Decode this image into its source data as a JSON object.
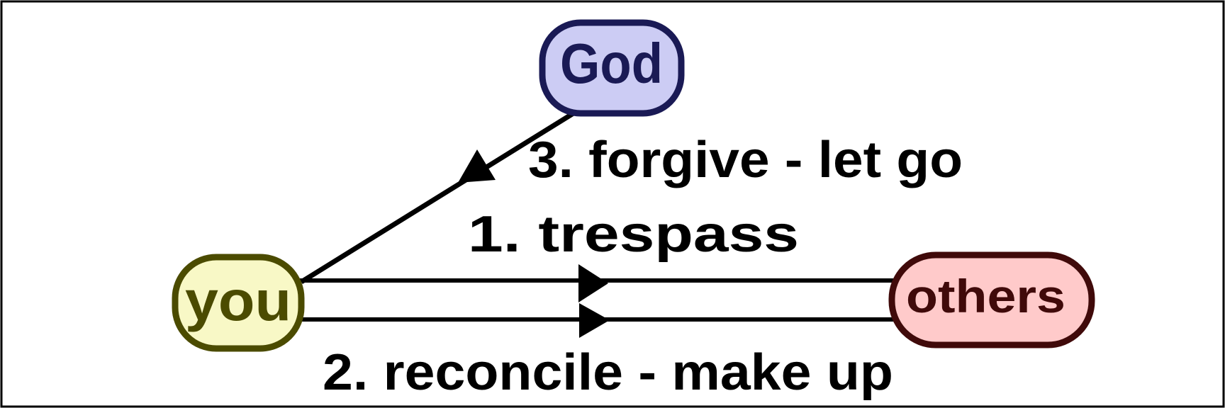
{
  "diagram": {
    "background_color": "#ffffff",
    "frame_color": "#000000",
    "edge_color": "#000000",
    "label_color": "#000000",
    "nodes": [
      {
        "id": "god",
        "label": "God",
        "fill": "#ccccf4",
        "stroke": "#1a1a55",
        "text_color": "#1a1a55"
      },
      {
        "id": "you",
        "label": "you",
        "fill": "#f8f8c6",
        "stroke": "#4b4b00",
        "text_color": "#4b4b00"
      },
      {
        "id": "others",
        "label": "others",
        "fill": "#ffcaca",
        "stroke": "#400a0a",
        "text_color": "#400a0a"
      }
    ],
    "edges": [
      {
        "id": "trespass",
        "label": "1. trespass",
        "from": "you",
        "to": "others"
      },
      {
        "id": "reconcile",
        "label": "2. reconcile - make up",
        "from": "you",
        "to": "others"
      },
      {
        "id": "forgive",
        "label": "3. forgive - let go",
        "from": "you",
        "to": "god"
      }
    ]
  }
}
